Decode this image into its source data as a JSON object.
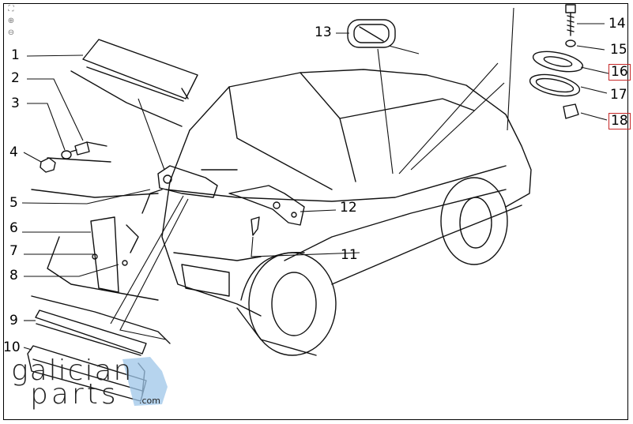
{
  "viewer": {
    "tools": [
      {
        "name": "fit-icon",
        "glyph": "⛶"
      },
      {
        "name": "zoom-in-icon",
        "glyph": "⊕"
      },
      {
        "name": "zoom-out-icon",
        "glyph": "⊖"
      }
    ]
  },
  "callouts": [
    {
      "num": "1",
      "highlighted": false
    },
    {
      "num": "2",
      "highlighted": false
    },
    {
      "num": "3",
      "highlighted": false
    },
    {
      "num": "4",
      "highlighted": false
    },
    {
      "num": "5",
      "highlighted": false
    },
    {
      "num": "6",
      "highlighted": false
    },
    {
      "num": "7",
      "highlighted": false
    },
    {
      "num": "8",
      "highlighted": false
    },
    {
      "num": "9",
      "highlighted": false
    },
    {
      "num": "10",
      "highlighted": false
    },
    {
      "num": "11",
      "highlighted": false
    },
    {
      "num": "12",
      "highlighted": false
    },
    {
      "num": "13",
      "highlighted": false
    },
    {
      "num": "14",
      "highlighted": false
    },
    {
      "num": "15",
      "highlighted": false
    },
    {
      "num": "16",
      "highlighted": true
    },
    {
      "num": "17",
      "highlighted": false
    },
    {
      "num": "18",
      "highlighted": true
    }
  ],
  "watermark": {
    "line1": "galician",
    "line2": "parts",
    "suffix": ".com"
  },
  "colors": {
    "highlight": "#c62828",
    "watermark_accent": "#9ec6e8",
    "ink": "#111111"
  }
}
